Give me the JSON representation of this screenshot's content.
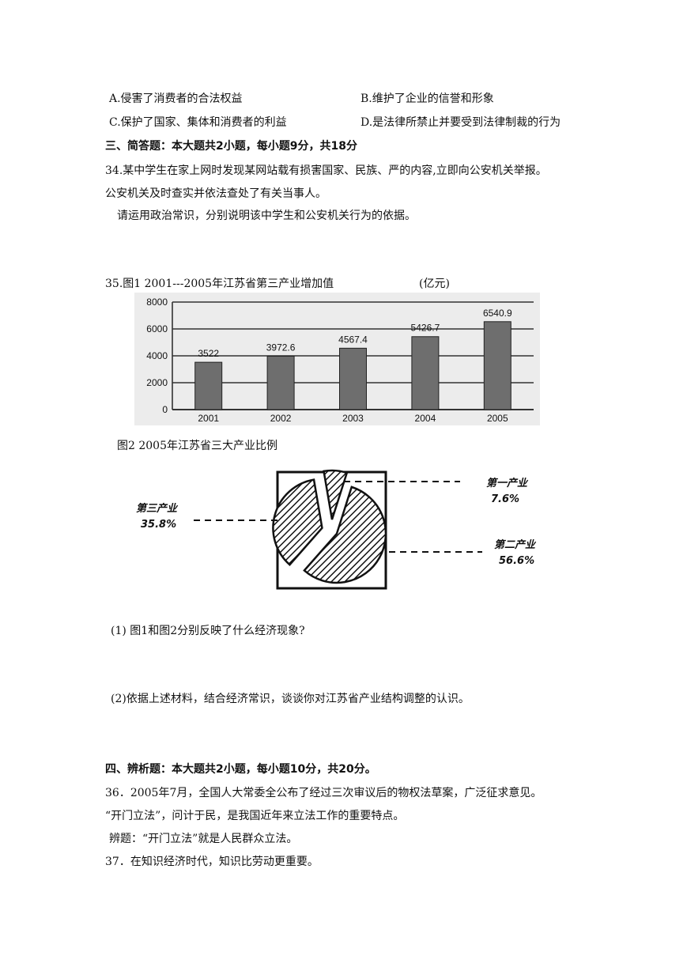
{
  "section2_options": {
    "A": "A.侵害了消费者的合法权益",
    "B": "B.维护了企业的信誉和形象",
    "C": "C.保护了国家、集体和消费者的利益",
    "D": "D.是法律所禁止并要受到法律制裁的行为"
  },
  "section3": {
    "heading": "三、简答题：本大题共2小题，每小题9分，共18分",
    "q34_line1": "34.某中学生在家上网时发现某网站载有损害国家、民族、严的内容,立即向公安机关举报。",
    "q34_line2": "公安机关及时查实并依法查处了有关当事人。",
    "q34_line3": "请运用政治常识，分别说明该中学生和公安机关行为的依据。",
    "q35_caption1": "35.图1   2001---2005年江苏省第三产业增加值",
    "q35_unit": "(亿元)",
    "q35_caption2": "图2  2005年江苏省三大产业比例",
    "q35_sub1": "(1) 图1和图2分别反映了什么经济现象?",
    "q35_sub2": "(2)依据上述材料，结合经济常识，谈谈你对江苏省产业结构调整的认识。"
  },
  "section4": {
    "heading": "四、辨析题：本大题共2小题，每小题10分，共20分。",
    "q36_line1": "36．2005年7月，全国人大常委全公布了经过三次审议后的物权法草案，广泛征求意见。",
    "q36_line2": "“开门立法”，问计于民，是我国近年来立法工作的重要特点。",
    "q36_line3": "辨题：“开门立法”就是人民群众立法。",
    "q37_line1": "37．在知识经济时代，知识比劳动更重要。"
  },
  "chart_data": [
    {
      "type": "bar",
      "categories": [
        "2001",
        "2002",
        "2003",
        "2004",
        "2005"
      ],
      "values": [
        3522,
        3972.6,
        4567.4,
        5426.7,
        6540.9
      ],
      "value_labels": [
        "3522",
        "3972.6",
        "4567.4",
        "5426.7",
        "6540.9"
      ],
      "yticks": [
        "0",
        "2000",
        "4000",
        "6000",
        "8000"
      ],
      "ylim": [
        0,
        8000
      ],
      "grid": true,
      "colors": {
        "bar": "#6e6e6e",
        "background": "#ececec"
      }
    },
    {
      "type": "pie",
      "slices": [
        {
          "name": "第一产业",
          "value": 7.6,
          "label": "7.6%"
        },
        {
          "name": "第二产业",
          "value": 56.6,
          "label": "56.6%"
        },
        {
          "name": "第三产业",
          "value": 35.8,
          "label": "35.8%"
        }
      ]
    }
  ]
}
